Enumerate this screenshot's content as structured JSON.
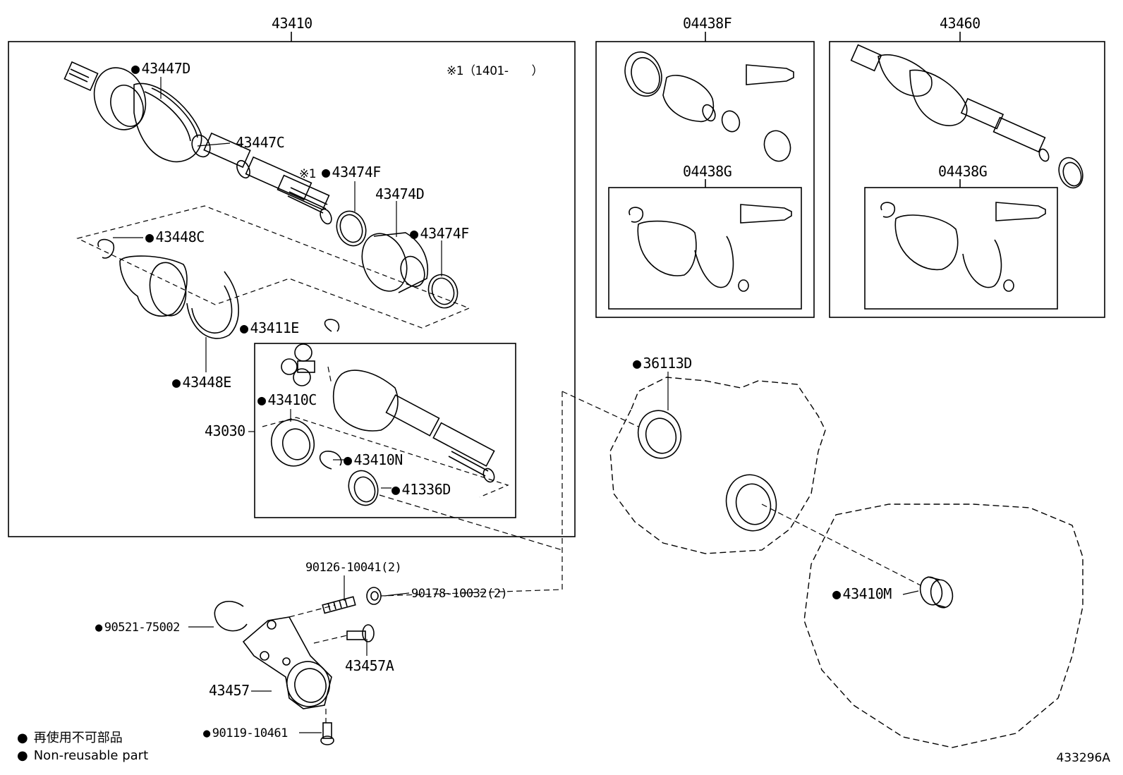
{
  "titles": {
    "main": "43410",
    "boot_kit": "04438F",
    "right_shaft": "43460",
    "boot_kit_g_left": "04438G",
    "boot_kit_g_right": "04438G"
  },
  "note": "※1（1401-　　）",
  "labels": {
    "p43447D": "43447D",
    "p43447C": "43447C",
    "p43474F_top": "43474F",
    "p43474F_top_prefix": "※1",
    "p43474D": "43474D",
    "p43474F_bottom": "43474F",
    "p43448C": "43448C",
    "p43448E": "43448E",
    "p43411E": "43411E",
    "p43410C": "43410C",
    "p43030": "43030",
    "p43410N": "43410N",
    "p41336D": "41336D",
    "p36113D": "36113D",
    "p43410M": "43410M",
    "p90126": "90126-10041(2)",
    "p90178": "90178-10032(2)",
    "p90521": "90521-75002",
    "p43457A": "43457A",
    "p43457": "43457",
    "p90119": "90119-10461"
  },
  "legend": {
    "japanese": "再使用不可部品",
    "english": "Non-reusable part"
  },
  "diagram_code": "433296A"
}
